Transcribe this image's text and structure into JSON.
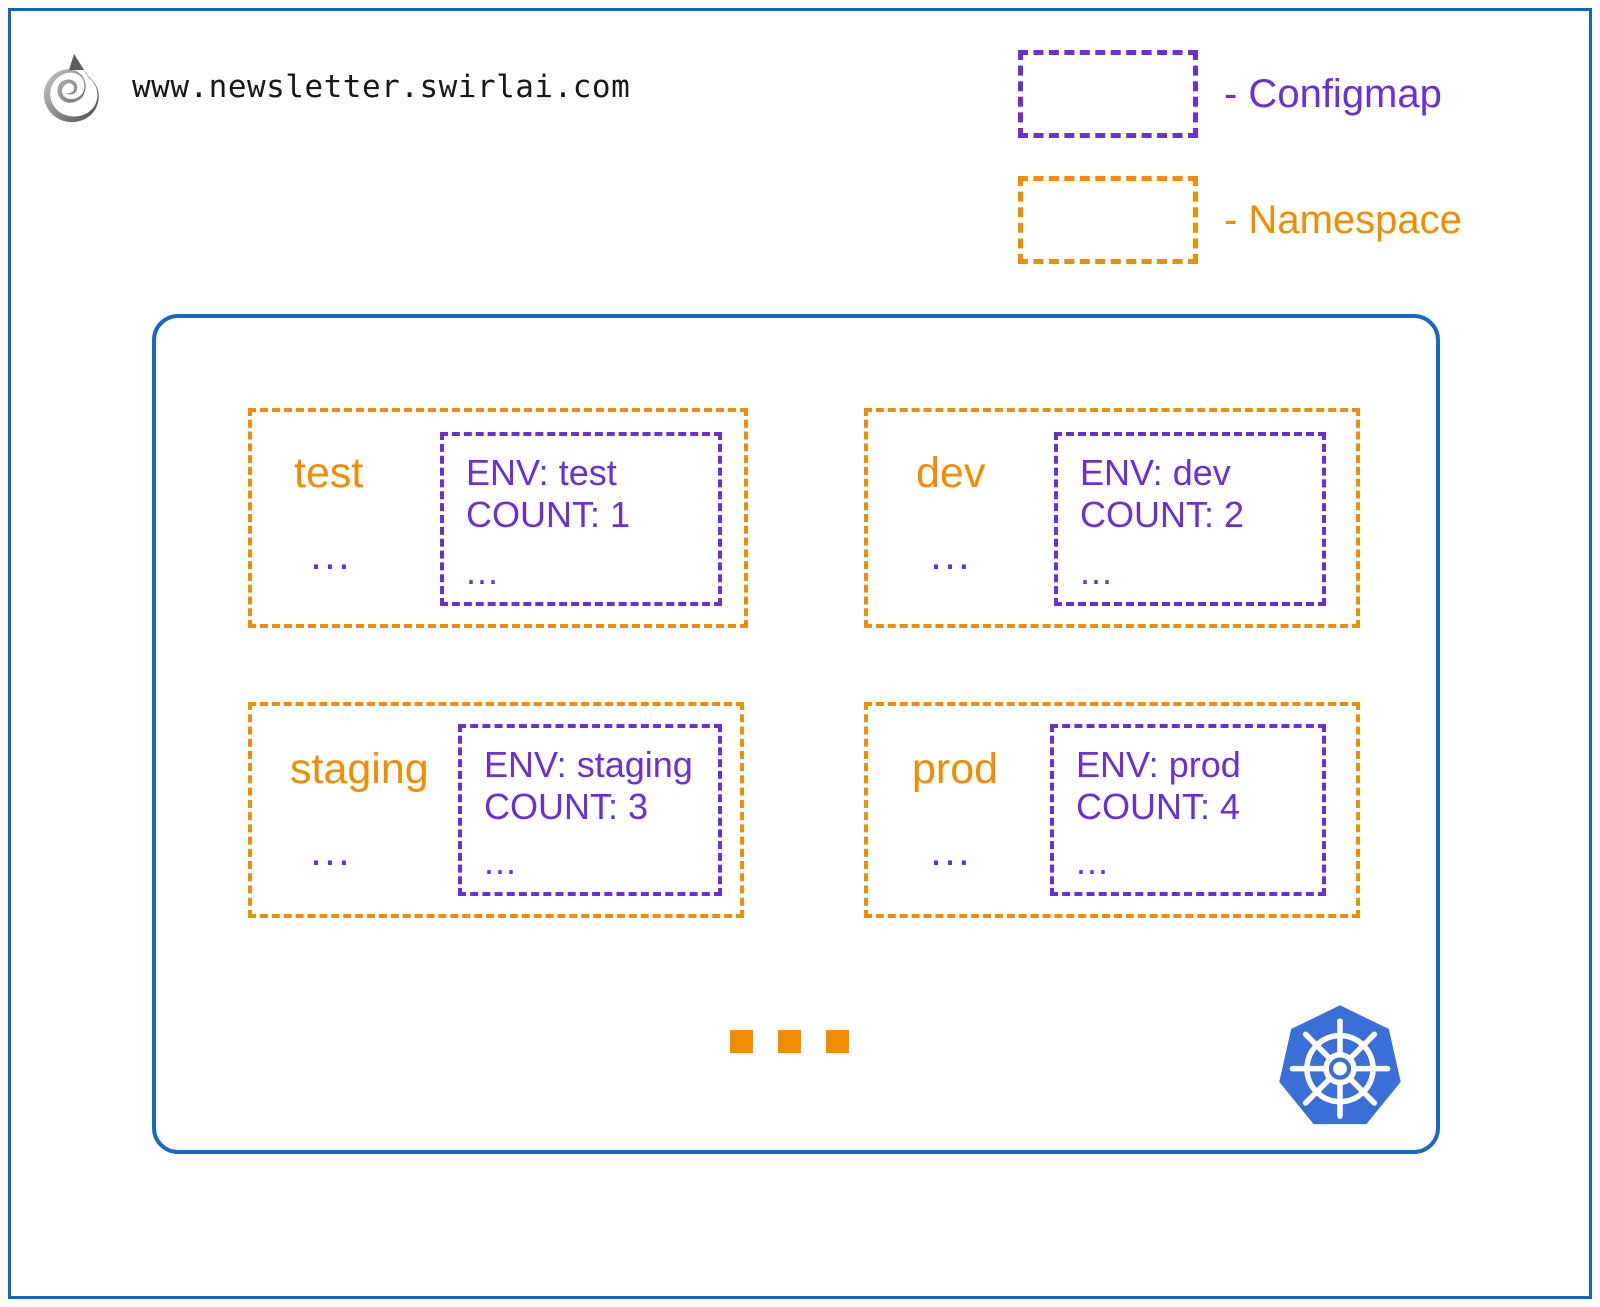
{
  "brand": {
    "logo_icon": "swirl-logo-icon",
    "url": "www.newsletter.swirlai.com"
  },
  "colors": {
    "namespace_orange": "#F28C00",
    "configmap_purple": "#6A2FD6",
    "cluster_blue": "#1668C4",
    "frame_blue": "#1565C0",
    "k8s_blue": "#3A6FD8"
  },
  "legend": {
    "items": [
      {
        "shape": "dashed-rect",
        "color": "#6A2FD6",
        "label": "- Configmap",
        "name": "configmap"
      },
      {
        "shape": "dashed-rect",
        "color": "#F28C00",
        "label": "- Namespace",
        "name": "namespace"
      }
    ]
  },
  "cluster": {
    "logo_icon": "kubernetes-logo-icon",
    "more_indicator": "three-orange-squares",
    "namespaces": [
      {
        "name": "test",
        "ellipsis": "...",
        "configmap": {
          "line1": "ENV: test",
          "line2": "COUNT: 1",
          "ellipsis": "..."
        }
      },
      {
        "name": "dev",
        "ellipsis": "...",
        "configmap": {
          "line1": "ENV: dev",
          "line2": "COUNT: 2",
          "ellipsis": "..."
        }
      },
      {
        "name": "staging",
        "ellipsis": "...",
        "configmap": {
          "line1": "ENV: staging",
          "line2": "COUNT: 3",
          "ellipsis": "..."
        }
      },
      {
        "name": "prod",
        "ellipsis": "...",
        "configmap": {
          "line1": "ENV: prod",
          "line2": "COUNT: 4",
          "ellipsis": "..."
        }
      }
    ]
  }
}
